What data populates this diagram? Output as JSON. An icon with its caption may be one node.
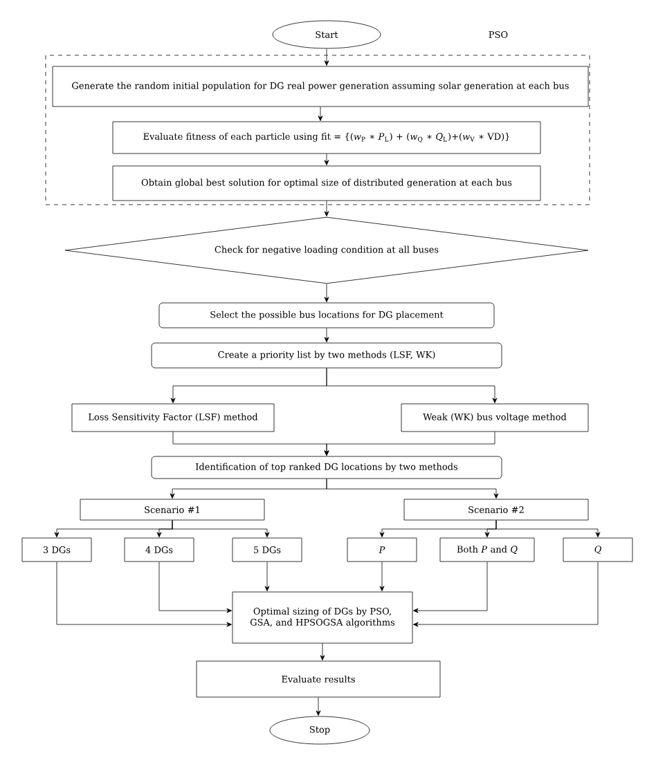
{
  "diagram": {
    "nodes": [
      {
        "text": [
          "Start"
        ]
      },
      {
        "text": [
          "PSO"
        ]
      },
      {
        "text": [
          "Generate the random initial population for DG real power generation assuming solar generation at each bus"
        ],
        "in": 1
      },
      {
        "text": [
          "Evaluate fitness of each particle using fit = {(*w*$_{P}$ ∗ *P*$_{L}$) + (*w*$_{Q}$ ∗ *Q*$_{L}$)+(*w*$_{V}$ ∗ VD)}"
        ],
        "in": 1
      },
      {
        "text": [
          "Obtain global best solution for optimal size of distributed generation at each bus"
        ],
        "in": 1
      },
      {
        "text": [
          "Check for negative loading condition at all buses"
        ]
      },
      {
        "text": [
          "Select the possible bus locations for DG placement"
        ]
      },
      {
        "text": [
          "Create a priority list by two methods (LSF, WK)"
        ]
      },
      {
        "text": [
          "Loss Sensitivity Factor (LSF) method"
        ]
      },
      {
        "text": [
          "Weak (WK) bus voltage method"
        ]
      },
      {
        "text": [
          "Identification of top ranked DG locations by two methods"
        ]
      },
      {
        "text": [
          "Scenario #1"
        ]
      },
      {
        "text": [
          "Scenario #2"
        ]
      },
      {
        "text": [
          "3 DGs"
        ]
      },
      {
        "text": [
          "4 DGs"
        ]
      },
      {
        "text": [
          "5 DGs"
        ]
      },
      {
        "text": [
          "P"
        ]
      },
      {
        "text": [
          "Both *P* and *Q*"
        ]
      },
      {
        "text": [
          "*Q*"
        ]
      },
      {
        "text": [
          "Optimal sizing of DGs by PSO, GSA, and HPSOGSA algorithms"
        ]
      },
      {
        "text": [
          "Evaluate results"
        ]
      },
      {
        "text": [
          "Stop"
        ]
      }
    ],
    "edges": [
      {
        "from": 0,
        "to": 2,
        "arrow": "to"
      },
      {
        "from": 2,
        "to": 3,
        "arrow": "to"
      },
      {
        "from": 3,
        "to": 4,
        "arrow": "to"
      },
      {
        "from": 4,
        "to": 5,
        "arrow": "to"
      },
      {
        "from": 5,
        "to": 6,
        "arrow": "to"
      },
      {
        "from": 6,
        "to": 7,
        "arrow": "to"
      },
      {
        "from": 7,
        "to": 8,
        "arrow": "to"
      },
      {
        "from": 7,
        "to": 9,
        "arrow": "to"
      },
      {
        "from": 8,
        "to": 10,
        "arrow": "to"
      },
      {
        "from": 9,
        "to": 10,
        "arrow": "to"
      },
      {
        "from": 10,
        "to": 11,
        "arrow": "to"
      },
      {
        "from": 10,
        "to": 12,
        "arrow": "to"
      },
      {
        "from": 11,
        "to": 13,
        "arrow": "to"
      },
      {
        "from": 11,
        "to": 14,
        "arrow": "to"
      },
      {
        "from": 11,
        "to": 15,
        "arrow": "to"
      },
      {
        "from": 12,
        "to": 16,
        "arrow": "to"
      },
      {
        "from": 12,
        "to": 17,
        "arrow": "to"
      },
      {
        "from": 12,
        "to": 18,
        "arrow": "to"
      },
      {
        "from": 13,
        "to": 19,
        "arrow": "to"
      },
      {
        "from": 14,
        "to": 19,
        "arrow": "to"
      },
      {
        "from": 15,
        "to": 19,
        "arrow": "to"
      },
      {
        "from": 16,
        "to": 19,
        "arrow": "to"
      },
      {
        "from": 17,
        "to": 19,
        "arrow": "to"
      },
      {
        "from": 18,
        "to": 19,
        "arrow": "to"
      },
      {
        "from": 19,
        "to": 20,
        "arrow": "to"
      },
      {
        "from": 20,
        "to": 21,
        "arrow": "to"
      }
    ]
  }
}
